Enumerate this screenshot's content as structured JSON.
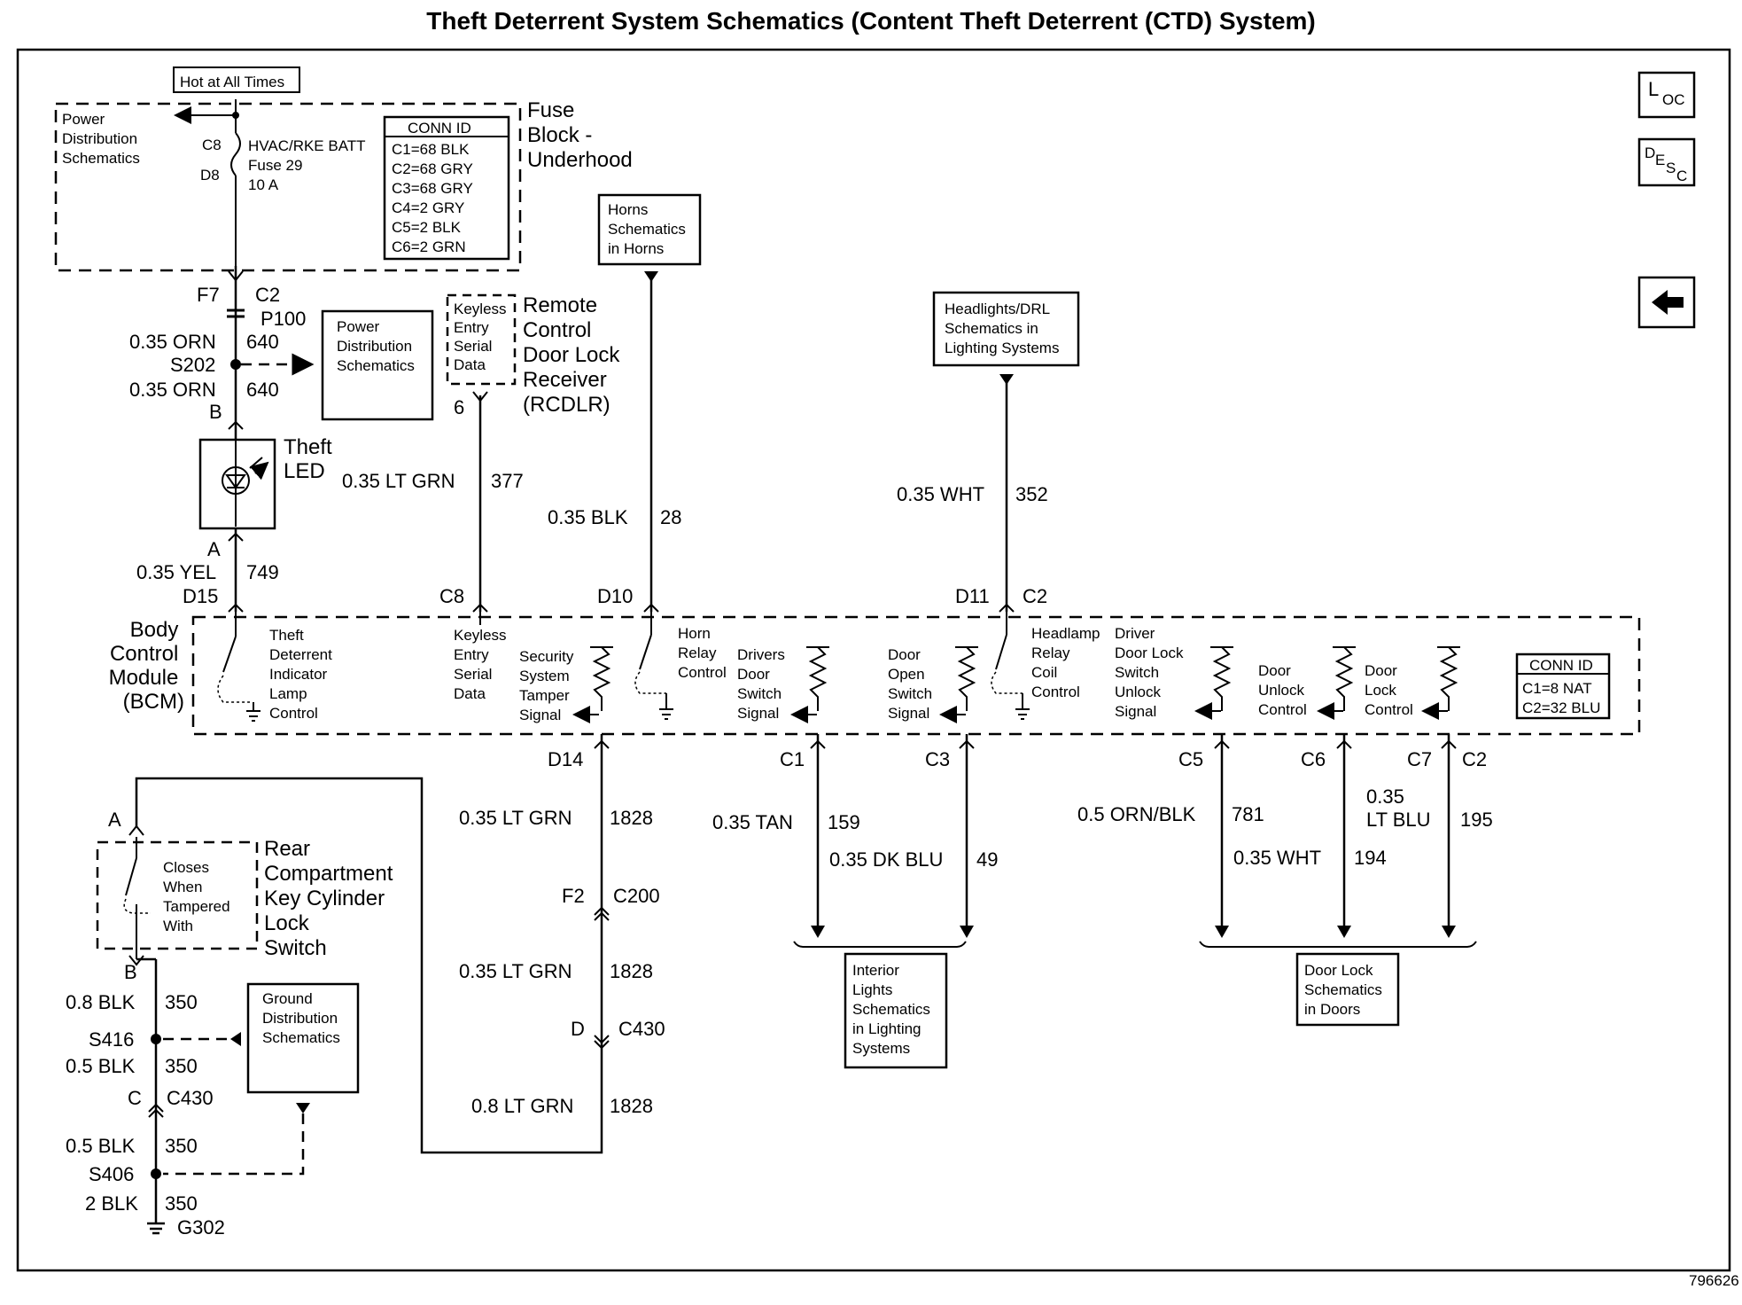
{
  "title": "Theft Deterrent System Schematics (Content Theft Deterrent (CTD) System)",
  "nav": {
    "loc": {
      "big": "L",
      "sub": "OC"
    },
    "desc": {
      "a": "D",
      "b": "E",
      "c": "S",
      "d": "C"
    },
    "back_glyph": "arrow-left-icon"
  },
  "fuse_block": {
    "hot": "Hot at All Times",
    "label": [
      "Fuse",
      "Block -",
      "Underhood"
    ],
    "pds": [
      "Power",
      "Distribution",
      "Schematics"
    ],
    "c8": "C8",
    "d8": "D8",
    "fuse": [
      "HVAC/RKE BATT",
      "Fuse 29",
      "10 A"
    ],
    "conn_title": "CONN ID",
    "conn": [
      "C1=68 BLK",
      "C2=68 GRY",
      "C3=68 GRY",
      "C4=2 GRY",
      "C5=2 BLK",
      "C6=2 GRN"
    ]
  },
  "top_left": {
    "f7": "F7",
    "c2": "C2",
    "p100": "P100",
    "w1": "0.35 ORN",
    "c1": "640",
    "s202": "S202",
    "w2": "0.35 ORN",
    "c2n": "640",
    "b": "B",
    "pds2": [
      "Power",
      "Distribution",
      "Schematics"
    ],
    "led": [
      "Theft",
      "LED"
    ],
    "a": "A",
    "w3": "0.35 YEL",
    "c3": "749",
    "d15": "D15"
  },
  "rcdlr": {
    "box": [
      "Keyless",
      "Entry",
      "Serial",
      "Data"
    ],
    "label": [
      "Remote",
      "Control",
      "Door Lock",
      "Receiver",
      "(RCDLR)"
    ],
    "pin": "6",
    "wire": "0.35 LT GRN",
    "circuit": "377",
    "c8": "C8"
  },
  "horn": {
    "box": [
      "Horns",
      "Schematics",
      "in Horns"
    ],
    "wire": "0.35 BLK",
    "circuit": "28",
    "pin": "D10"
  },
  "headlamp": {
    "box": [
      "Headlights/DRL",
      "Schematics in",
      "Lighting Systems"
    ],
    "wire": "0.35 WHT",
    "circuit": "352",
    "pin": "D11",
    "c2": "C2"
  },
  "bcm": {
    "label": [
      "Body",
      "Control",
      "Module",
      "(BCM)"
    ],
    "theft": [
      "Theft",
      "Deterrent",
      "Indicator",
      "Lamp",
      "Control"
    ],
    "kesd": [
      "Keyless",
      "Entry",
      "Serial",
      "Data"
    ],
    "sec": [
      "Security",
      "System",
      "Tamper",
      "Signal"
    ],
    "horn": [
      "Horn",
      "Relay",
      "Control"
    ],
    "drv": [
      "Drivers",
      "Door",
      "Switch",
      "Signal"
    ],
    "door": [
      "Door",
      "Open",
      "Switch",
      "Signal"
    ],
    "head": [
      "Headlamp",
      "Relay",
      "Coil",
      "Control"
    ],
    "ddl": [
      "Driver",
      "Door Lock",
      "Switch",
      "Unlock",
      "Signal"
    ],
    "unlock": [
      "Door",
      "Unlock",
      "Control"
    ],
    "lock": [
      "Door",
      "Lock",
      "Control"
    ],
    "conn_title": "CONN ID",
    "conn": [
      "C1=8 NAT",
      "C2=32 BLU"
    ]
  },
  "bottom": {
    "d14": "D14",
    "c1": "C1",
    "c3": "C3",
    "c5": "C5",
    "c6": "C6",
    "c7": "C7",
    "c2": "C2",
    "w1828a": "0.35 LT GRN",
    "n1828a": "1828",
    "f2": "F2",
    "c200": "C200",
    "w1828b": "0.35 LT GRN",
    "n1828b": "1828",
    "d": "D",
    "c430": "C430",
    "w1828c": "0.8 LT GRN",
    "n1828c": "1828",
    "w159": "0.35 TAN",
    "n159": "159",
    "w49": "0.35 DK BLU",
    "n49": "49",
    "w781": "0.5 ORN/BLK",
    "n781": "781",
    "w194": "0.35 WHT",
    "n194": "194",
    "w195a": "0.35",
    "w195b": "LT BLU",
    "n195": "195",
    "interior": [
      "Interior",
      "Lights",
      "Schematics",
      "in Lighting",
      "Systems"
    ],
    "doorlock": [
      "Door Lock",
      "Schematics",
      "in Doors"
    ]
  },
  "switch": {
    "a": "A",
    "b": "B",
    "inner": [
      "Closes",
      "When",
      "Tampered",
      "With"
    ],
    "label": [
      "Rear",
      "Compartment",
      "Key Cylinder",
      "Lock",
      "Switch"
    ]
  },
  "ground": {
    "w1": "0.8 BLK",
    "n1": "350",
    "s416": "S416",
    "w2": "0.5 BLK",
    "n2": "350",
    "c": "C",
    "c430": "C430",
    "w3": "0.5 BLK",
    "n3": "350",
    "s406": "S406",
    "w4": "2 BLK",
    "n4": "350",
    "g302": "G302",
    "gds": [
      "Ground",
      "Distribution",
      "Schematics"
    ]
  },
  "figure_id": "796626"
}
